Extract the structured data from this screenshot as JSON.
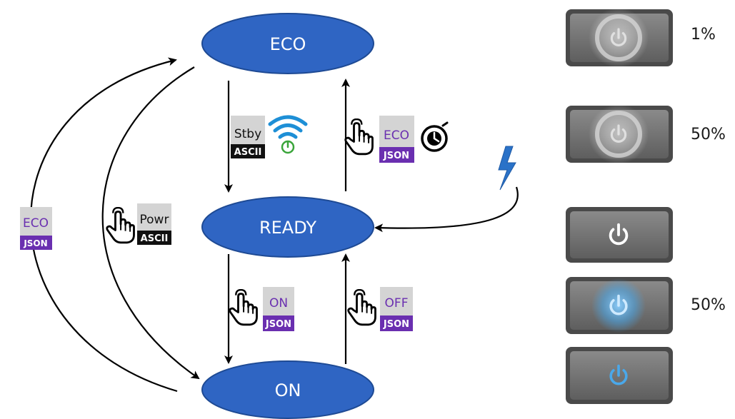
{
  "states": {
    "eco": "ECO",
    "ready": "READY",
    "on": "ON"
  },
  "tags": {
    "eco_to_ready_cmd": "Stby",
    "eco_to_ready_fmt": "ASCII",
    "ready_to_eco_cmd": "ECO",
    "ready_to_eco_fmt": "JSON",
    "on_to_eco_cmd": "ECO",
    "on_to_eco_fmt": "JSON",
    "eco_to_on_cmd": "Powr",
    "eco_to_on_fmt": "ASCII",
    "ready_to_on_cmd": "ON",
    "ready_to_on_fmt": "JSON",
    "on_to_ready_cmd": "OFF",
    "on_to_ready_fmt": "JSON"
  },
  "buttons": {
    "percent_1": "1%",
    "percent_2": "50%",
    "percent_3": "50%"
  },
  "colors": {
    "state_fill": "#2f65c3",
    "state_stroke": "#1e4a94",
    "ascii_bg": "#111111",
    "json_bg": "#6a2fb0",
    "cmd_tag_bg": "#d4d4d4",
    "cmd_text_json": "#6a2fb0",
    "wifi_blue": "#1e8fd6",
    "wifi_green": "#3aa53a",
    "lightning": "#2a72c8",
    "button_body": "#6f6f6f",
    "led_blue": "#4aa8ea"
  },
  "icons": [
    "wifi-power-icon",
    "timer-icon",
    "lightning-icon",
    "hand-pointer-icon",
    "power-icon"
  ]
}
